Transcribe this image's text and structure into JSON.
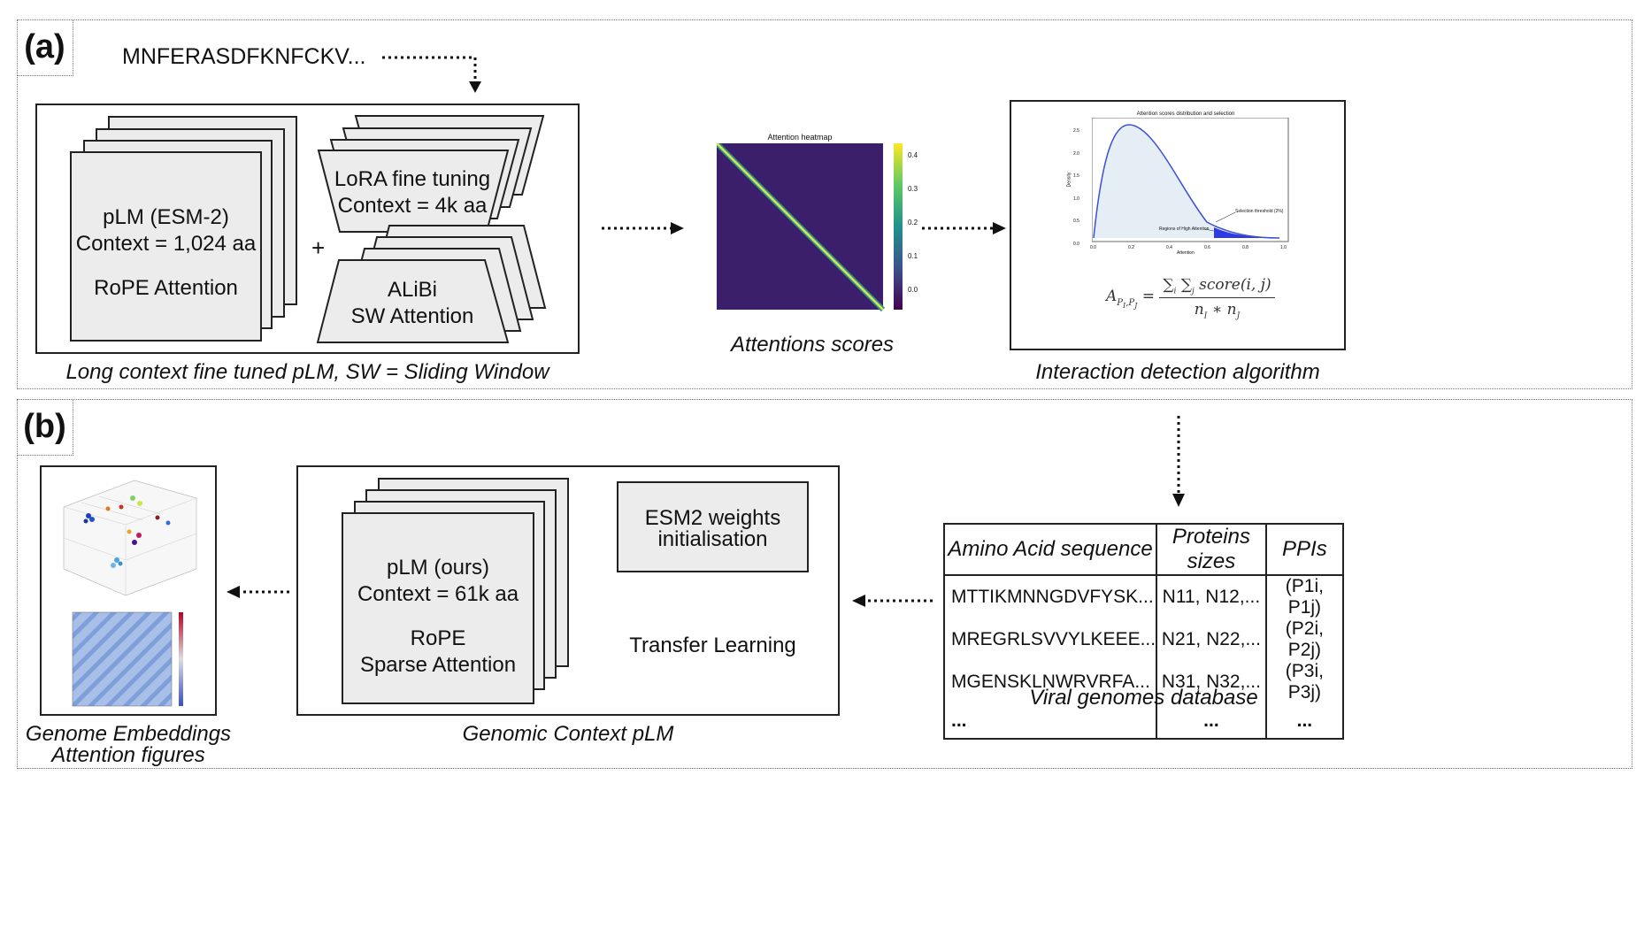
{
  "panel_a": {
    "label": "(a)",
    "sequence": "MNFERASDFKNFCKV...",
    "plm_card": {
      "line1": "pLM (ESM-2)",
      "line2": "Context = 1,024 aa",
      "line3": "RoPE Attention"
    },
    "plus": "+",
    "lora_card": {
      "line1": "LoRA fine tuning",
      "line2": "Context = 4k aa"
    },
    "alibi_card": {
      "line1": "ALiBi",
      "line2": "SW Attention"
    },
    "caption_model": "Long context fine tuned pLM, SW = Sliding Window",
    "heatmap": {
      "title": "Attention heatmap",
      "colorbar_ticks": [
        "0.4",
        "0.3",
        "0.2",
        "0.1",
        "0.0"
      ],
      "caption": "Attentions scores"
    },
    "density_plot": {
      "title": "Attention scores distribution and selection",
      "ylabel": "Density",
      "xlabel": "Attention",
      "y_ticks": [
        "2.5",
        "2.0",
        "1.5",
        "1.0",
        "0.5",
        "0.0"
      ],
      "x_ticks": [
        "0.0",
        "0.2",
        "0.4",
        "0.6",
        "0.8",
        "1.0"
      ],
      "annotation_threshold": "Selection threshold (2%)",
      "annotation_region": "Regions of High Attention",
      "caption": "Interaction detection algorithm"
    }
  },
  "panel_b": {
    "label": "(b)",
    "thumbnail_caption_line1": "Genome Embeddings",
    "thumbnail_caption_line2": "Attention figures",
    "plm_card": {
      "line1": "pLM (ours)",
      "line2": "Context = 61k aa",
      "line3": "RoPE",
      "line4": "Sparse Attention"
    },
    "esm_box": {
      "line1": "ESM2 weights",
      "line2": "initialisation"
    },
    "transfer_label": "Transfer Learning",
    "caption_model": "Genomic Context pLM",
    "table": {
      "headers": [
        "Amino Acid sequence",
        "Proteins sizes",
        "PPIs"
      ],
      "rows": [
        [
          "MTTIKMNNGDVFYSK...",
          "N11, N12,...",
          "(P1i, P1j)"
        ],
        [
          "MREGRLSVVYLKEEE...",
          "N21, N22,...",
          "(P2i, P2j)"
        ],
        [
          "MGENSKLNWRVRFA...",
          "N31, N32,...",
          "(P3i, P3j)"
        ],
        [
          "...",
          "...",
          "..."
        ]
      ],
      "caption": "Viral genomes database"
    }
  },
  "colors": {
    "heatmap_bg": "#3b1f6b",
    "heatmap_diag": "#d8e84a",
    "density_fill": "#e6eef5",
    "density_line": "#3b4fd8",
    "highlight": "#2f3be0"
  }
}
